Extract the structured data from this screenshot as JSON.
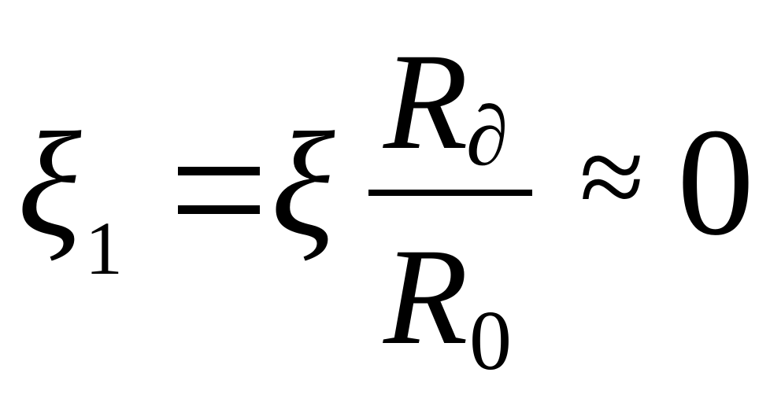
{
  "formula": {
    "lhs": {
      "symbol": "ξ",
      "subscript": "1"
    },
    "equals": "=",
    "rhs": {
      "symbol": "ξ",
      "fraction": {
        "numerator": {
          "symbol": "R",
          "subscript": "∂"
        },
        "denominator": {
          "symbol": "R",
          "subscript": "0"
        }
      }
    },
    "approx": "≈",
    "result": "0"
  }
}
